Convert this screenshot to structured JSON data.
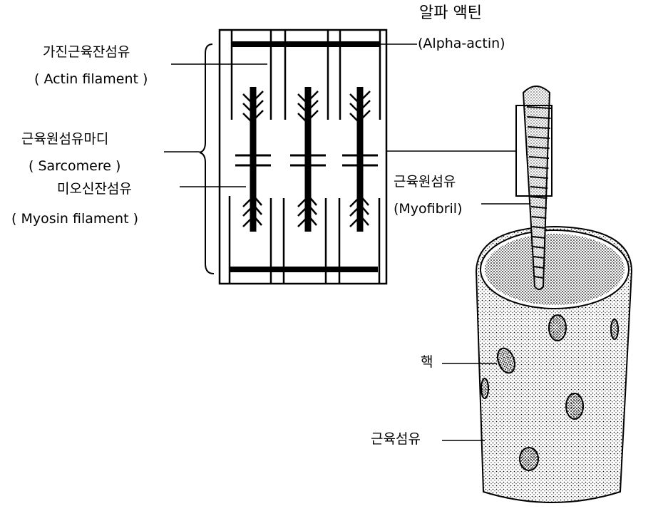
{
  "labels": {
    "alpha_actin_ko": "알파 액틴",
    "alpha_actin_en": "(Alpha-actin)",
    "actin_ko": "가진근육잔섬유",
    "actin_en": "( Actin filament )",
    "sarcomere_ko": "근육원섬유마디",
    "sarcomere_en": "( Sarcomere )",
    "myosin_ko": "미오신잔섬유",
    "myosin_en": "( Myosin filament )",
    "myofibril_ko": "근육원섬유",
    "myofibril_en": "(Myofibril)",
    "nucleus_ko": "핵",
    "muscle_fiber_ko": "근육섬유"
  }
}
